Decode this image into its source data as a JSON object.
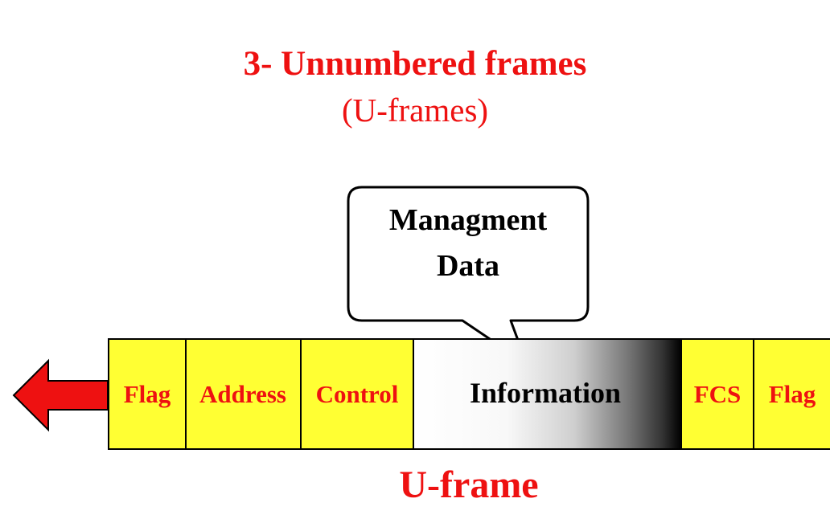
{
  "title": {
    "main": "3- Unnumbered frames",
    "sub": "(U-frames)"
  },
  "callout": {
    "line1": "Managment",
    "line2": "Data"
  },
  "frame": {
    "fields": [
      {
        "label": "Flag"
      },
      {
        "label": "Address"
      },
      {
        "label": "Control"
      },
      {
        "label": "Information"
      },
      {
        "label": "FCS"
      },
      {
        "label": "Flag"
      }
    ],
    "caption": "U-frame"
  },
  "colors": {
    "title": "#ee1111",
    "field_fill": "#ffff33",
    "field_text": "#ee1111",
    "arrow": "#ee1111",
    "outline": "#000000"
  },
  "icons": {
    "direction_arrow": "left-arrow-icon"
  }
}
